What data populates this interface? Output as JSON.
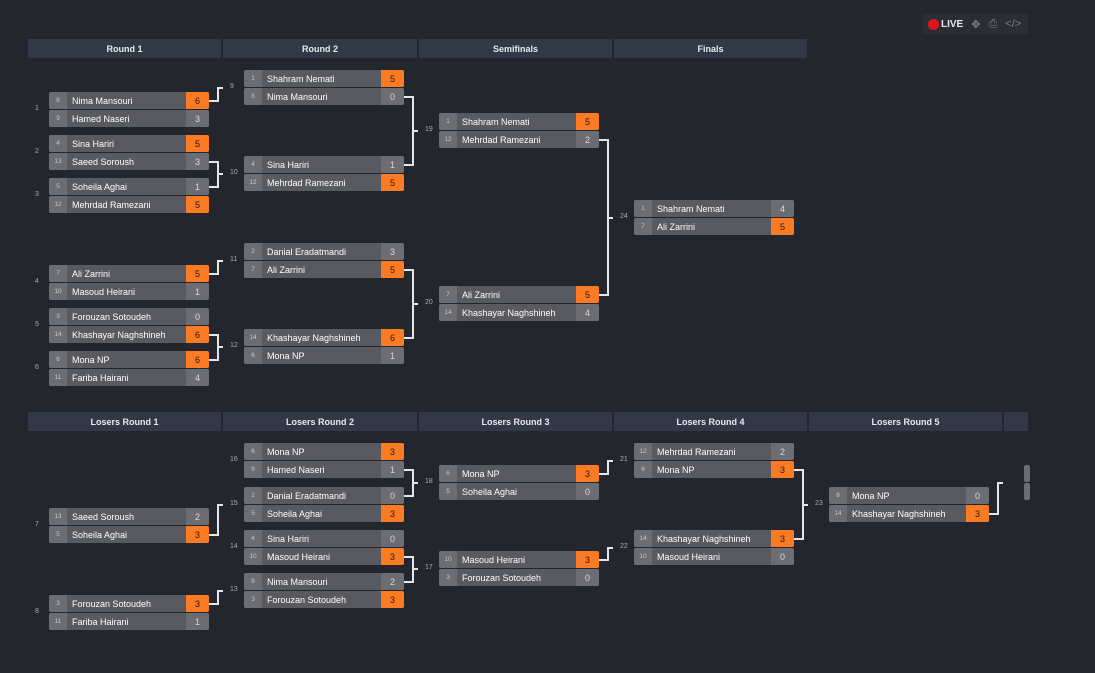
{
  "toolbar": {
    "live_label": "LIVE",
    "icons": [
      "live-dot-icon",
      "fullscreen-icon",
      "print-icon",
      "embed-code-icon"
    ]
  },
  "colors": {
    "winner": "#fb7a24",
    "background": "#24262e",
    "header": "#333846"
  },
  "upper_rounds": [
    "Round 1",
    "Round 2",
    "Semifinals",
    "Finals"
  ],
  "lower_rounds": [
    "Losers Round 1",
    "Losers Round 2",
    "Losers Round 3",
    "Losers Round 4",
    "Losers Round 5",
    ""
  ],
  "matches": [
    {
      "id": "1",
      "players": [
        {
          "seed": "8",
          "name": "Nima Mansouri",
          "score": "6",
          "win": true
        },
        {
          "seed": "9",
          "name": "Hamed Naseri",
          "score": "3",
          "win": false
        }
      ]
    },
    {
      "id": "2",
      "players": [
        {
          "seed": "4",
          "name": "Sina Hariri",
          "score": "5",
          "win": true
        },
        {
          "seed": "13",
          "name": "Saeed Soroush",
          "score": "3",
          "win": false
        }
      ]
    },
    {
      "id": "3",
      "players": [
        {
          "seed": "5",
          "name": "Soheila Aghai",
          "score": "1",
          "win": false
        },
        {
          "seed": "12",
          "name": "Mehrdad Ramezani",
          "score": "5",
          "win": true
        }
      ]
    },
    {
      "id": "4",
      "players": [
        {
          "seed": "7",
          "name": "Ali Zarrini",
          "score": "5",
          "win": true
        },
        {
          "seed": "10",
          "name": "Masoud Heirani",
          "score": "1",
          "win": false
        }
      ]
    },
    {
      "id": "5",
      "players": [
        {
          "seed": "3",
          "name": "Forouzan Sotoudeh",
          "score": "0",
          "win": false
        },
        {
          "seed": "14",
          "name": "Khashayar Naghshineh",
          "score": "6",
          "win": true
        }
      ]
    },
    {
      "id": "6",
      "players": [
        {
          "seed": "6",
          "name": "Mona NP",
          "score": "6",
          "win": true
        },
        {
          "seed": "11",
          "name": "Fariba Hairani",
          "score": "4",
          "win": false
        }
      ]
    },
    {
      "id": "9",
      "players": [
        {
          "seed": "1",
          "name": "Shahram Nemati",
          "score": "5",
          "win": true
        },
        {
          "seed": "8",
          "name": "Nima Mansouri",
          "score": "0",
          "win": false
        }
      ]
    },
    {
      "id": "10",
      "players": [
        {
          "seed": "4",
          "name": "Sina Hariri",
          "score": "1",
          "win": false
        },
        {
          "seed": "12",
          "name": "Mehrdad Ramezani",
          "score": "5",
          "win": true
        }
      ]
    },
    {
      "id": "11",
      "players": [
        {
          "seed": "2",
          "name": "Danial Eradatmandi",
          "score": "3",
          "win": false
        },
        {
          "seed": "7",
          "name": "Ali Zarrini",
          "score": "5",
          "win": true
        }
      ]
    },
    {
      "id": "12",
      "players": [
        {
          "seed": "14",
          "name": "Khashayar Naghshineh",
          "score": "6",
          "win": true
        },
        {
          "seed": "6",
          "name": "Mona NP",
          "score": "1",
          "win": false
        }
      ]
    },
    {
      "id": "19",
      "players": [
        {
          "seed": "1",
          "name": "Shahram Nemati",
          "score": "5",
          "win": true
        },
        {
          "seed": "12",
          "name": "Mehrdad Ramezani",
          "score": "2",
          "win": false
        }
      ]
    },
    {
      "id": "20",
      "players": [
        {
          "seed": "7",
          "name": "Ali Zarrini",
          "score": "5",
          "win": true
        },
        {
          "seed": "14",
          "name": "Khashayar Naghshineh",
          "score": "4",
          "win": false
        }
      ]
    },
    {
      "id": "24",
      "players": [
        {
          "seed": "1",
          "name": "Shahram Nemati",
          "score": "4",
          "win": false
        },
        {
          "seed": "7",
          "name": "Ali Zarrini",
          "score": "5",
          "win": true
        }
      ]
    },
    {
      "id": "7",
      "players": [
        {
          "seed": "13",
          "name": "Saeed Soroush",
          "score": "2",
          "win": false
        },
        {
          "seed": "5",
          "name": "Soheila Aghai",
          "score": "3",
          "win": true
        }
      ]
    },
    {
      "id": "8",
      "players": [
        {
          "seed": "3",
          "name": "Forouzan Sotoudeh",
          "score": "3",
          "win": true
        },
        {
          "seed": "11",
          "name": "Fariba Hairani",
          "score": "1",
          "win": false
        }
      ]
    },
    {
      "id": "16",
      "players": [
        {
          "seed": "6",
          "name": "Mona NP",
          "score": "3",
          "win": true
        },
        {
          "seed": "9",
          "name": "Hamed Naseri",
          "score": "1",
          "win": false
        }
      ]
    },
    {
      "id": "15",
      "players": [
        {
          "seed": "2",
          "name": "Danial Eradatmandi",
          "score": "0",
          "win": false
        },
        {
          "seed": "5",
          "name": "Soheila Aghai",
          "score": "3",
          "win": true
        }
      ]
    },
    {
      "id": "14",
      "players": [
        {
          "seed": "4",
          "name": "Sina Hariri",
          "score": "0",
          "win": false
        },
        {
          "seed": "10",
          "name": "Masoud Heirani",
          "score": "3",
          "win": true
        }
      ]
    },
    {
      "id": "13",
      "players": [
        {
          "seed": "8",
          "name": "Nima Mansouri",
          "score": "2",
          "win": false
        },
        {
          "seed": "3",
          "name": "Forouzan Sotoudeh",
          "score": "3",
          "win": true
        }
      ]
    },
    {
      "id": "18",
      "players": [
        {
          "seed": "6",
          "name": "Mona NP",
          "score": "3",
          "win": true
        },
        {
          "seed": "5",
          "name": "Soheila Aghai",
          "score": "0",
          "win": false
        }
      ]
    },
    {
      "id": "17",
      "players": [
        {
          "seed": "10",
          "name": "Masoud Heirani",
          "score": "3",
          "win": true
        },
        {
          "seed": "3",
          "name": "Forouzan Sotoudeh",
          "score": "0",
          "win": false
        }
      ]
    },
    {
      "id": "21",
      "players": [
        {
          "seed": "12",
          "name": "Mehrdad Ramezani",
          "score": "2",
          "win": false
        },
        {
          "seed": "6",
          "name": "Mona NP",
          "score": "3",
          "win": true
        }
      ]
    },
    {
      "id": "22",
      "players": [
        {
          "seed": "14",
          "name": "Khashayar Naghshineh",
          "score": "3",
          "win": true
        },
        {
          "seed": "10",
          "name": "Masoud Heirani",
          "score": "0",
          "win": false
        }
      ]
    },
    {
      "id": "23",
      "players": [
        {
          "seed": "6",
          "name": "Mona NP",
          "score": "0",
          "win": false
        },
        {
          "seed": "14",
          "name": "Khashayar Naghshineh",
          "score": "3",
          "win": true
        }
      ]
    },
    {
      "id": "25",
      "players": []
    }
  ]
}
